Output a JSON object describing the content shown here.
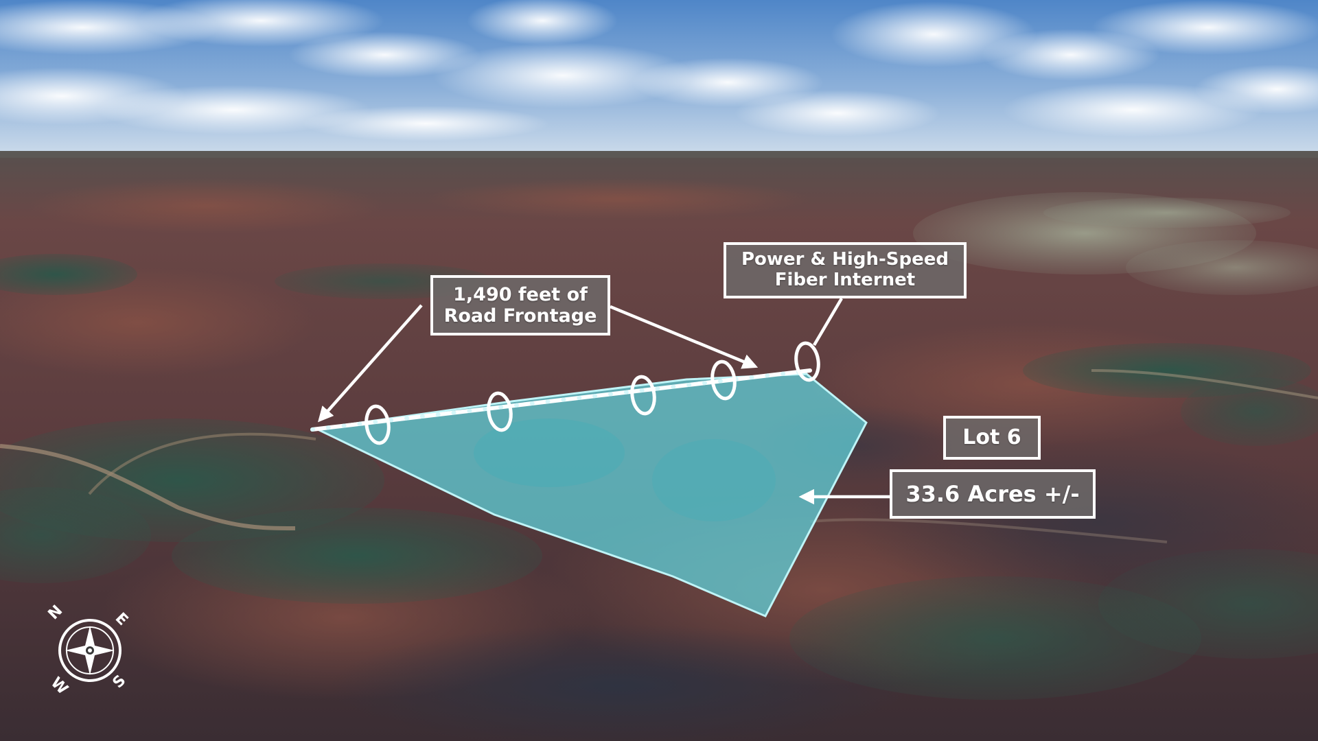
{
  "annotations": {
    "road_frontage": {
      "line1": "1,490 feet of",
      "line2": "Road Frontage"
    },
    "utilities": {
      "line1": "Power & High-Speed",
      "line2": "Fiber Internet"
    },
    "lot": {
      "label": "Lot 6"
    },
    "acreage": {
      "label": "33.6 Acres +/-"
    }
  },
  "compass": {
    "north": "N",
    "east": "E",
    "south": "S",
    "west": "W"
  },
  "colors": {
    "parcel_fill": "#5fd6df",
    "parcel_stroke": "#bff4f7",
    "label_background": "#6e6a6a",
    "label_border": "#ffffff",
    "sky_top": "#4f86c8",
    "sky_horizon": "#c9d9ea",
    "terrain": "#6b4a48",
    "forest": "#2e4f45"
  },
  "icons": {
    "compass": "compass-rose-icon",
    "utility_markers": "ellipse-marker-icon"
  }
}
